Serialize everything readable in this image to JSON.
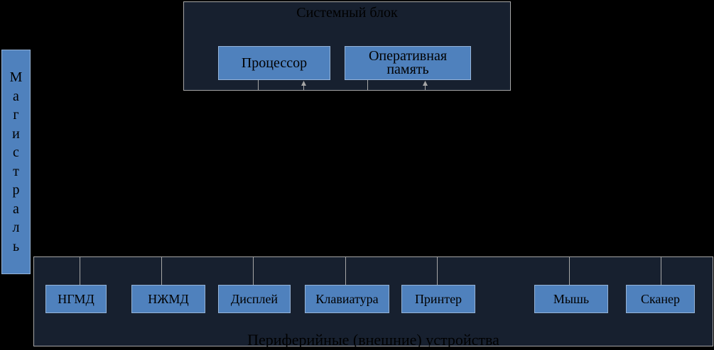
{
  "system_unit": {
    "title": "Системный блок",
    "components": [
      {
        "label": "Процессор"
      },
      {
        "label": "Оперативная\nпамять"
      }
    ]
  },
  "bus": {
    "letters": [
      "М",
      "а",
      "г",
      "и",
      "с",
      "т",
      "р",
      "а",
      "л",
      "ь"
    ]
  },
  "peripherals": {
    "title": "Периферийные (внешние) устройства",
    "devices": [
      {
        "label": "НГМД"
      },
      {
        "label": "НЖМД"
      },
      {
        "label": "Дисплей"
      },
      {
        "label": "Клавиатура"
      },
      {
        "label": "Принтер"
      },
      {
        "label": "Мышь"
      },
      {
        "label": "Сканер"
      }
    ]
  },
  "colors": {
    "background": "#000000",
    "panel": "#17202f",
    "box_fill": "#4f81bd",
    "box_border": "#95b3d7",
    "connector": "#a6a6a6"
  }
}
